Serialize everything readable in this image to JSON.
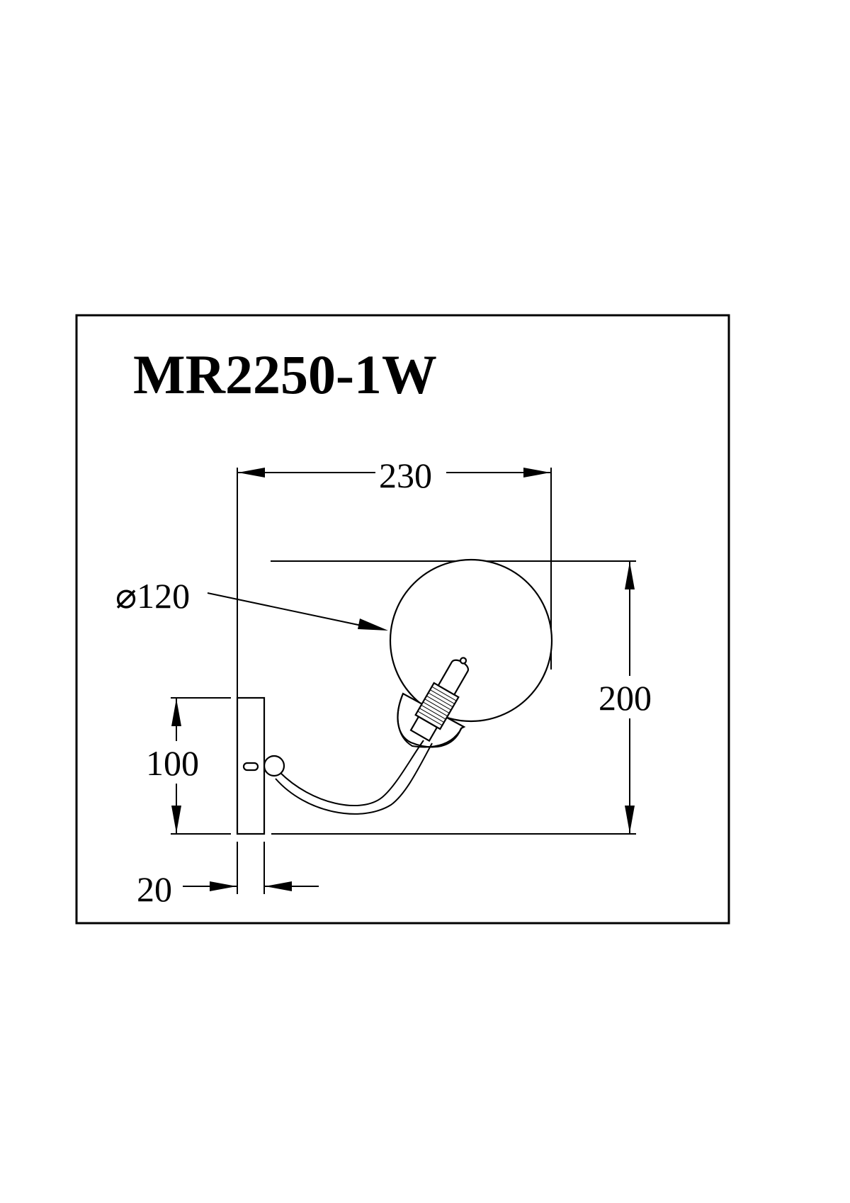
{
  "drawing": {
    "model": "MR2250-1W",
    "type": "wall lamp technical drawing",
    "units": "mm",
    "colors": {
      "line": "#000000",
      "background": "#ffffff"
    }
  },
  "dimensions": {
    "width": {
      "label": "230",
      "value": 230
    },
    "shade_diameter": {
      "label": "⌀120",
      "value": 120
    },
    "height": {
      "label": "200",
      "value": 200
    },
    "backplate_height": {
      "label": "100",
      "value": 100
    },
    "backplate_depth": {
      "label": "20",
      "value": 20
    }
  }
}
